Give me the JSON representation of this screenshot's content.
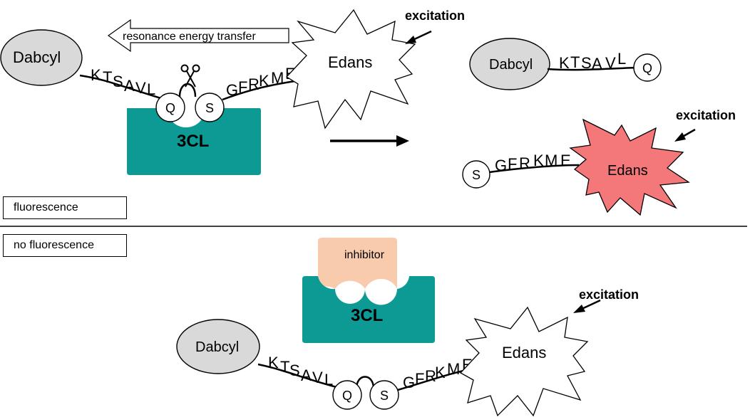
{
  "labels": {
    "resonance": "resonance energy transfer",
    "excitation": "excitation",
    "fluorescence": "fluorescence",
    "no_fluorescence": "no fluorescence",
    "inhibitor": "inhibitor",
    "enzyme": "3CL",
    "quencher": "Dabcyl",
    "fluorophore": "Edans",
    "peptide_left": [
      "K",
      "T",
      "S",
      "A",
      "V",
      "L"
    ],
    "peptide_right": [
      "G",
      "F",
      "R",
      "K",
      "M",
      "E"
    ],
    "residue_q": "Q",
    "residue_s": "S"
  },
  "colors": {
    "enzyme": "#0e9a94",
    "inhibitor": "#f8cbad",
    "dabcyl": "#d9d9d9",
    "edans_excited": "#f4777a"
  }
}
